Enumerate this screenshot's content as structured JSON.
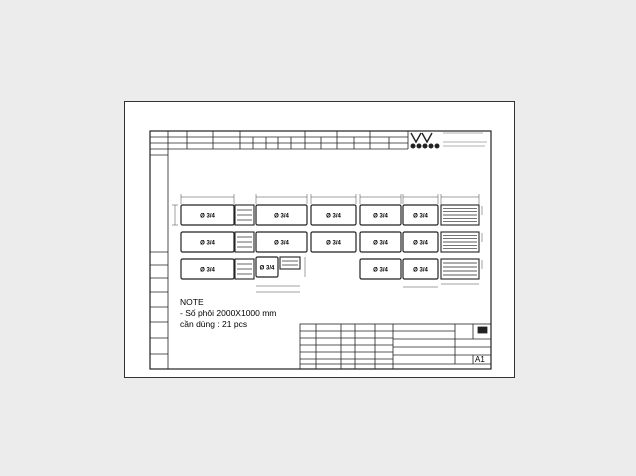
{
  "note": {
    "heading": "NOTE",
    "line1": "-    Số phôi 2000X1000 mm",
    "line2": "cần dùng : 21 pcs"
  },
  "title_block": {
    "sheet_size": "A1"
  },
  "parts": [
    {
      "label": "Ø 3/4"
    },
    {
      "label": "Ø 3/4"
    },
    {
      "label": "Ø 3/4"
    },
    {
      "label": "Ø 3/4"
    },
    {
      "label": "Ø 3/4"
    },
    {
      "label": "Ø 3/4"
    },
    {
      "label": "Ø 3/4"
    },
    {
      "label": "Ø 3/4"
    },
    {
      "label": "Ø 3/4"
    },
    {
      "label": "Ø 3/4"
    },
    {
      "label": "Ø 3/4"
    },
    {
      "label": "Ø 3/4"
    },
    {
      "label": "Ø 3/4"
    },
    {
      "label": "Ø 3/4"
    }
  ],
  "colors": {
    "line": "#222222",
    "paper": "#ffffff",
    "background": "#ececec"
  }
}
